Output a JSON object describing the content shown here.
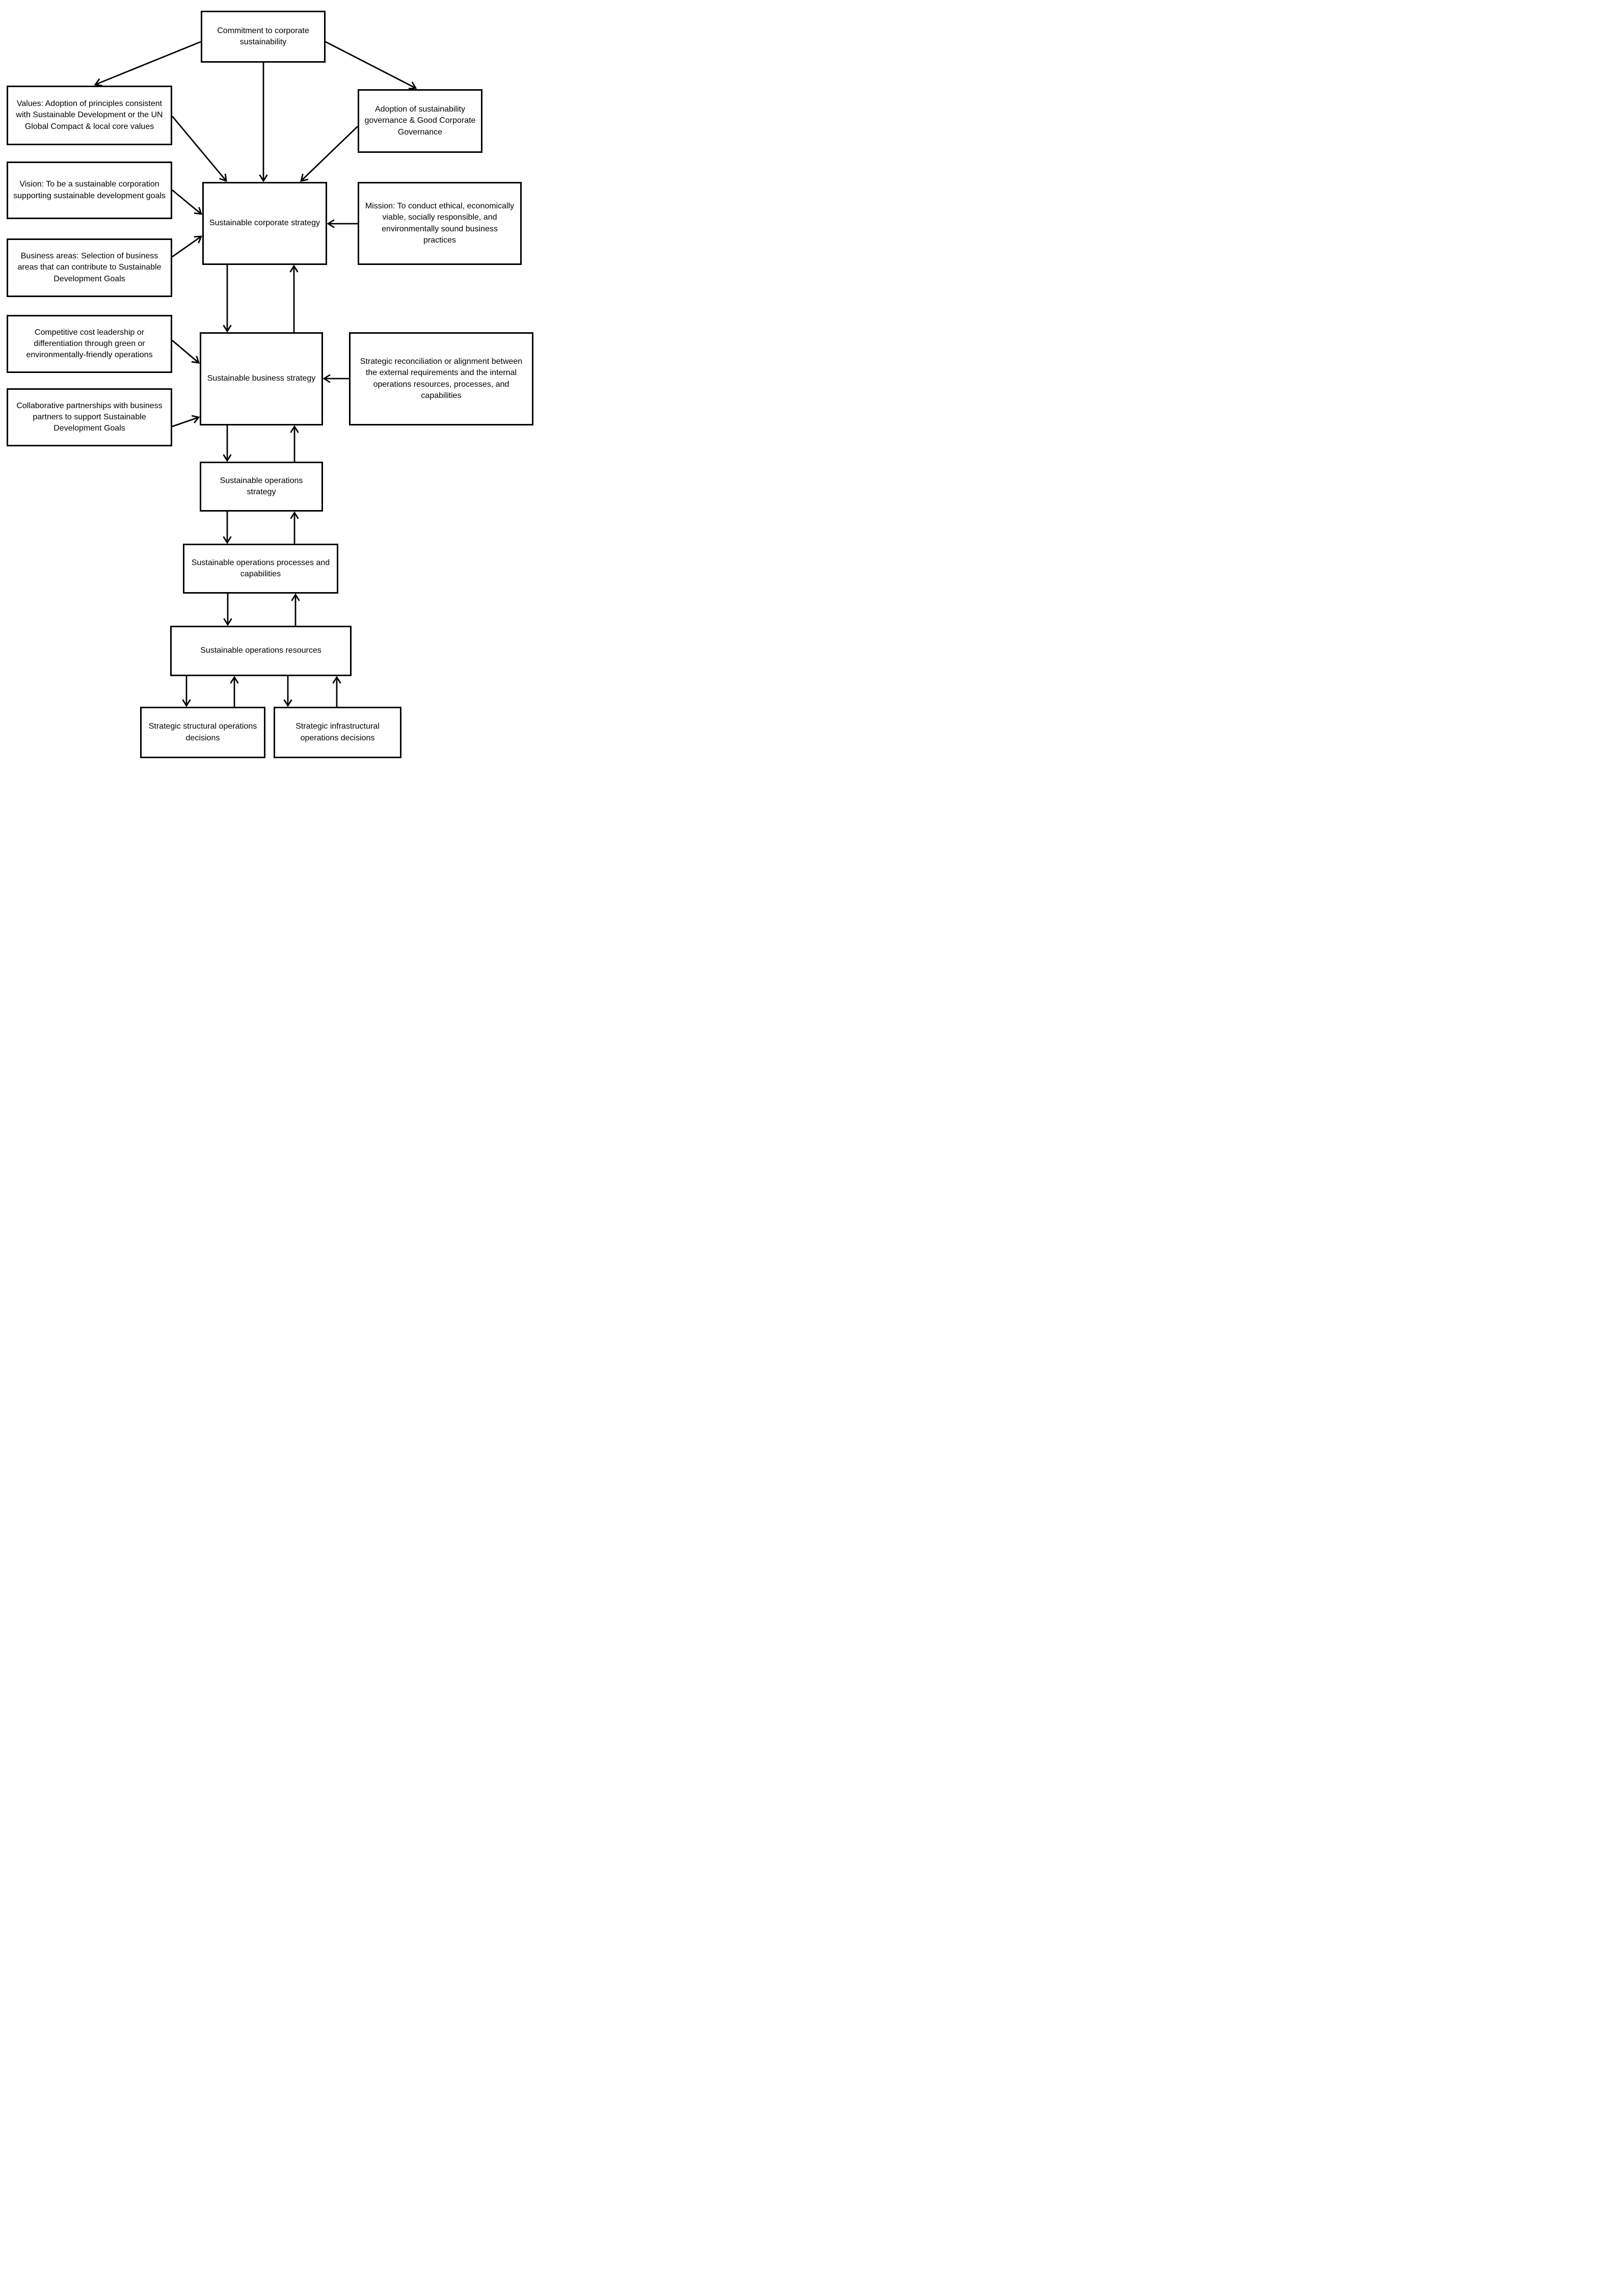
{
  "diagram": {
    "colors": {
      "line": "#000000",
      "box_border": "#000000",
      "box_fill": "#ffffff",
      "background": "#ffffff"
    },
    "boxes": {
      "commitment": {
        "label": "Commitment to corporate sustainability"
      },
      "values": {
        "label": "Values: Adoption of principles consistent with Sustainable Development or the UN Global Compact & local core values"
      },
      "adoption": {
        "label": "Adoption of sustainability governance & Good Corporate Governance"
      },
      "vision": {
        "label": "Vision: To be a sustainable corporation supporting sustainable development goals"
      },
      "corporate": {
        "label": "Sustainable corporate strategy"
      },
      "mission": {
        "label": "Mission: To conduct ethical, economically viable, socially responsible, and environmentally sound business practices"
      },
      "business_areas": {
        "label": "Business areas: Selection of business areas that can contribute to Sustainable Development Goals"
      },
      "competitive": {
        "label": "Competitive cost leadership or differentiation through green or environmentally-friendly operations"
      },
      "business": {
        "label": "Sustainable business strategy"
      },
      "reconciliation": {
        "label": "Strategic reconciliation or alignment between the external requirements and the internal operations resources, processes, and capabilities"
      },
      "collaborative": {
        "label": "Collaborative partnerships with business partners to support Sustainable Development Goals"
      },
      "operations_strategy": {
        "label": "Sustainable operations strategy"
      },
      "operations_processes": {
        "label": "Sustainable operations processes and capabilities"
      },
      "operations_resources": {
        "label": "Sustainable operations resources"
      },
      "structural": {
        "label": "Strategic structural operations decisions"
      },
      "infrastructural": {
        "label": "Strategic infrastructural operations decisions"
      }
    },
    "edges": [
      {
        "from": "commitment",
        "to": "values"
      },
      {
        "from": "commitment",
        "to": "adoption"
      },
      {
        "from": "commitment",
        "to": "corporate"
      },
      {
        "from": "values",
        "to": "corporate"
      },
      {
        "from": "adoption",
        "to": "corporate"
      },
      {
        "from": "vision",
        "to": "corporate"
      },
      {
        "from": "business_areas",
        "to": "corporate"
      },
      {
        "from": "mission",
        "to": "corporate"
      },
      {
        "from": "corporate",
        "to": "business"
      },
      {
        "from": "business",
        "to": "corporate"
      },
      {
        "from": "competitive",
        "to": "business"
      },
      {
        "from": "collaborative",
        "to": "business"
      },
      {
        "from": "reconciliation",
        "to": "business"
      },
      {
        "from": "business",
        "to": "operations_strategy"
      },
      {
        "from": "operations_strategy",
        "to": "business"
      },
      {
        "from": "operations_strategy",
        "to": "operations_processes"
      },
      {
        "from": "operations_processes",
        "to": "operations_strategy"
      },
      {
        "from": "operations_processes",
        "to": "operations_resources"
      },
      {
        "from": "operations_resources",
        "to": "operations_processes"
      },
      {
        "from": "operations_resources",
        "to": "structural"
      },
      {
        "from": "structural",
        "to": "operations_resources"
      },
      {
        "from": "operations_resources",
        "to": "infrastructural"
      },
      {
        "from": "infrastructural",
        "to": "operations_resources"
      }
    ]
  }
}
